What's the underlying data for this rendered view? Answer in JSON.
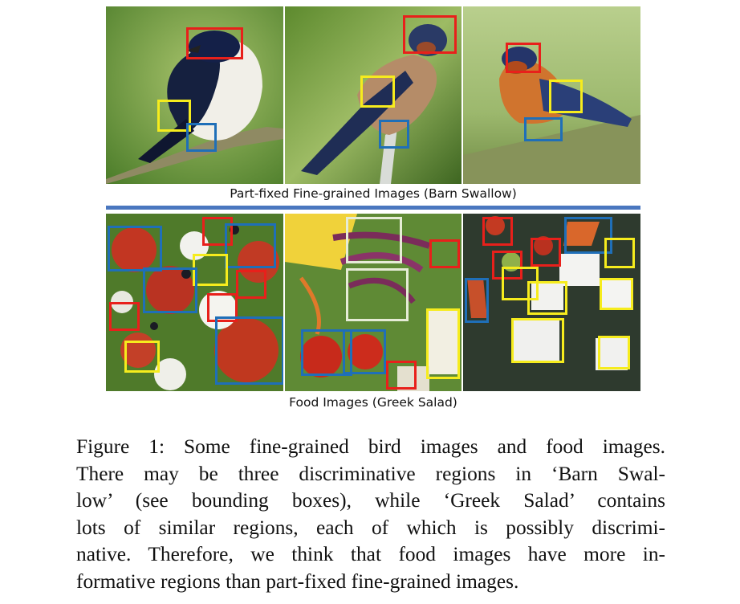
{
  "top_panel": {
    "caption": "Part-fixed Fine-grained Images (Barn Swallow)"
  },
  "bottom_panel": {
    "caption": "Food Images (Greek Salad)"
  },
  "figure_caption": {
    "lines": [
      "Figure 1: Some fine-grained bird images and food images.",
      "There may be three discriminative regions in ‘Barn Swal-",
      "low’ (see bounding boxes), while ‘Greek Salad’ contains",
      "lots of similar regions, each of which is possibly discrimi-",
      "native. Therefore, we think that food images have more in-",
      "formative regions than part-fixed fine-grained images."
    ]
  },
  "box_colors": {
    "red": "#e8201b",
    "yellow": "#f6ec1d",
    "blue": "#1f6fb8"
  }
}
